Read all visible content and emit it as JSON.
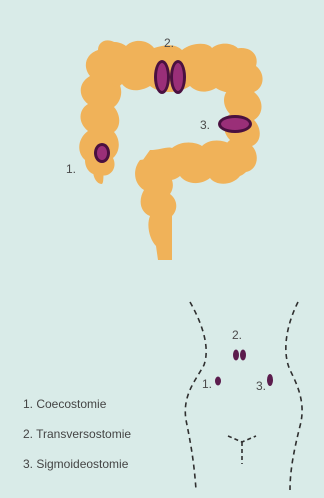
{
  "colon_markers": [
    "1.",
    "2.",
    "3."
  ],
  "abdomen_markers": [
    "1.",
    "2.",
    "3."
  ],
  "legend": [
    "1. Coecostomie",
    "2. Transversostomie",
    "3. Sigmoideostomie"
  ],
  "colors": {
    "background": "#d9ebe8",
    "colon": "#f0b259",
    "stoma_fill": "#9a2f78",
    "stoma_ring": "#4a1040",
    "outline": "#2f2f2f"
  }
}
